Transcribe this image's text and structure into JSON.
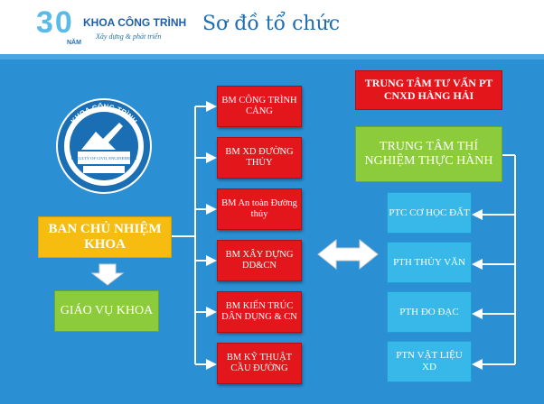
{
  "header": {
    "title": "Sơ đồ tổ chức",
    "logo": {
      "years": "30",
      "nam": "NĂM",
      "name": "KHOA CÔNG TRÌNH",
      "slogan": "Xây dựng & phát triển"
    }
  },
  "emblem": {
    "top_text": "KHOA CÔNG TRÌNH",
    "bottom_text": "FACULTY OF CIVIL ENGINEERING"
  },
  "nodes": {
    "ban_chu_nhiem": "BAN CHỦ NHIỆM KHOA",
    "giao_vu": "GIÁO VỤ KHOA",
    "departments": [
      "BM CÔNG TRÌNH CẢNG",
      "BM XD ĐƯỜNG THỦY",
      "BM An toàn Đường thủy",
      "BM XÂY DỰNG DD&CN",
      "BM KIẾN TRÚC DÂN DỤNG & CN",
      "BM KỸ THUẬT CẦU ĐƯỜNG"
    ],
    "trung_tam_tu_van": "TRUNG TÂM TƯ VẤN PT CNXD HÀNG HẢI",
    "trung_tam_thi_nghiem": "TRUNG TÂM THÍ NGHIỆM THỰC HÀNH",
    "labs": [
      "PTC CƠ HỌC ĐẤT",
      "PTH THỦY VĂN",
      "PTH ĐO ĐẠC",
      "PTN VẬT LIỆU XD"
    ]
  },
  "colors": {
    "background": "#2b8fd3",
    "department": "#e3161b",
    "center": "#8ccc3c",
    "lab": "#38b8e8",
    "leadership": "#f6bd10"
  }
}
